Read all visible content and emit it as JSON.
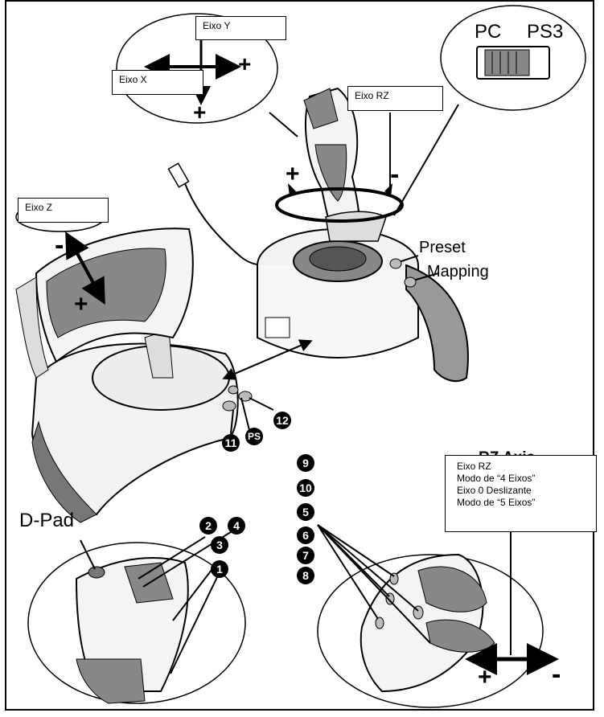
{
  "labels": {
    "eixo_y": "Eixo Y",
    "eixo_x": "Eixo X",
    "eixo_rz": "Eixo RZ",
    "eixo_z": "Eixo Z",
    "pc": "PC",
    "ps3": "PS3",
    "preset": "Preset",
    "mapping": "Mapping",
    "dpad": "D-Pad",
    "ps": "PS"
  },
  "rz_info": {
    "header_partial": "RZ Axis",
    "lines": [
      "Eixo RZ",
      "Modo de “4 Eixos”",
      "Eixo 0 Deslizante",
      "Modo de “5 Eixos”"
    ]
  },
  "buttons": [
    "1",
    "2",
    "3",
    "4",
    "5",
    "6",
    "7",
    "8",
    "9",
    "10",
    "11",
    "12"
  ],
  "signs": {
    "plus": "+",
    "minus": "-"
  }
}
